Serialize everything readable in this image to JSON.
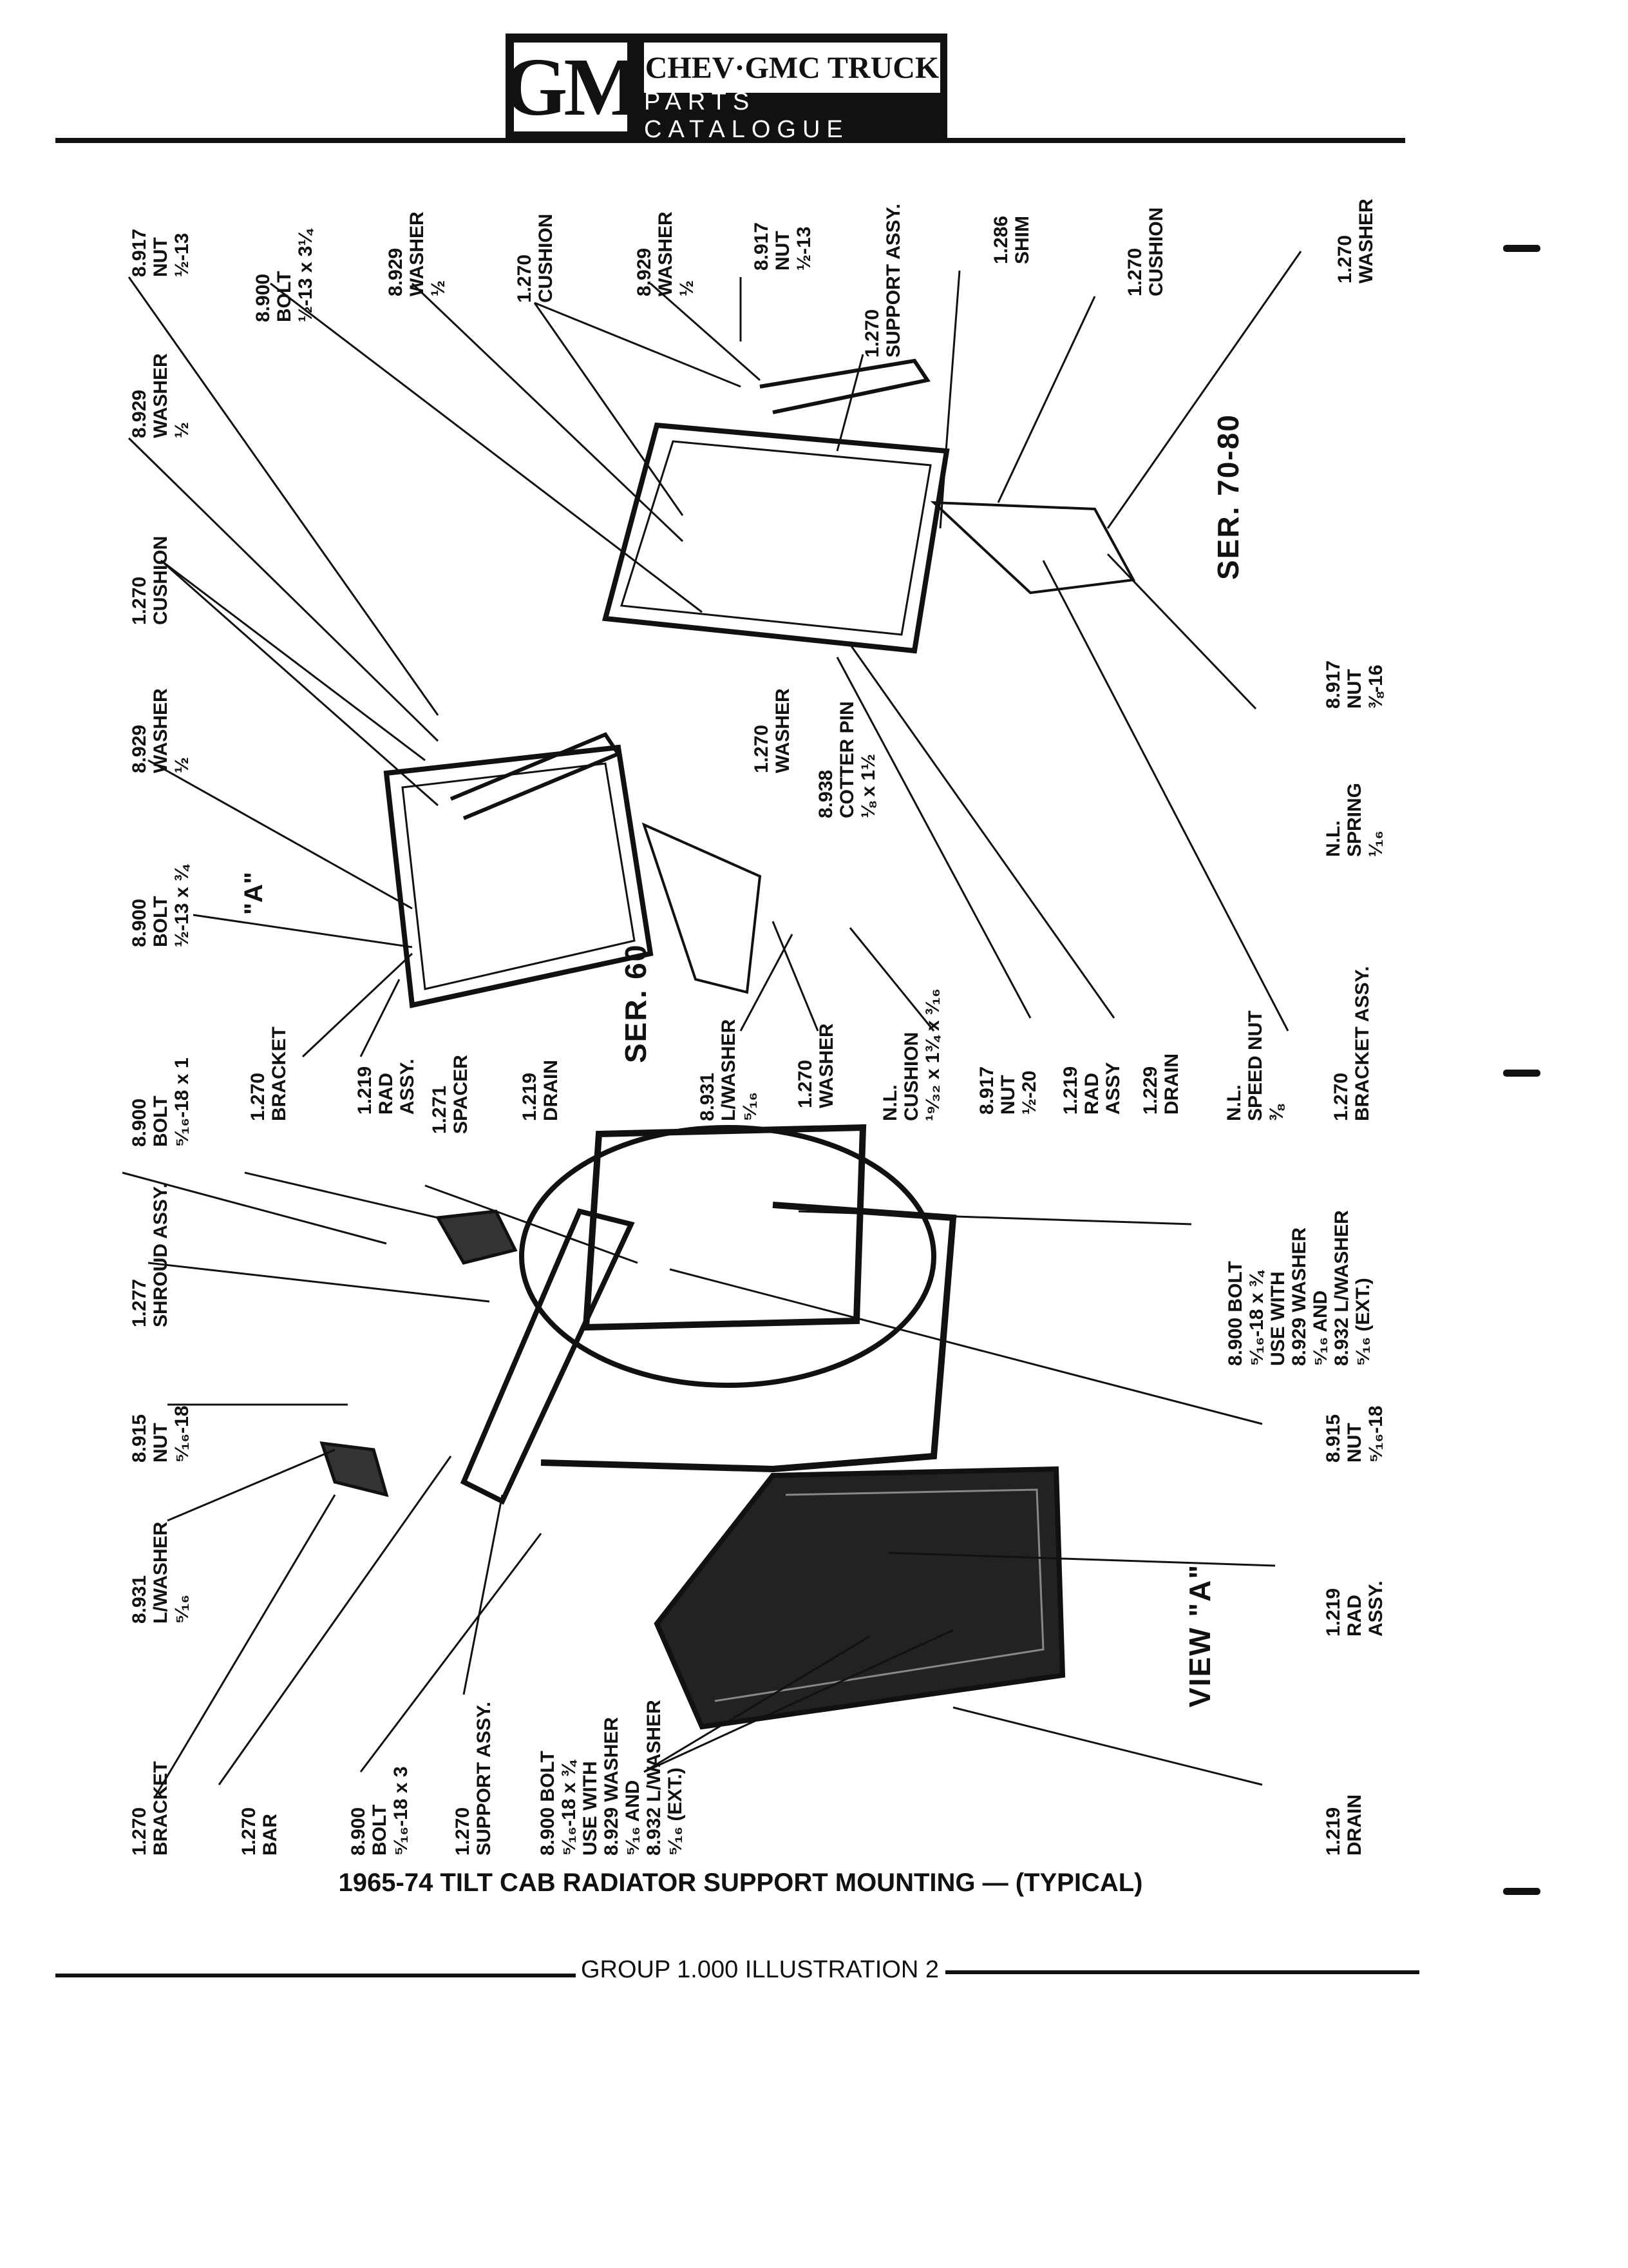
{
  "header": {
    "logo": "GM",
    "title_top": "CHEV·GMC TRUCK",
    "title_bottom": "PARTS CATALOGUE"
  },
  "labels": {
    "nut_top": [
      "8.917",
      "NUT",
      "½-13"
    ],
    "bolt_top": [
      "8.900",
      "BOLT",
      "½-13 x 3¼"
    ],
    "washer_a": [
      "8.929",
      "WASHER",
      "½"
    ],
    "cushion_top": [
      "1.270",
      "CUSHION"
    ],
    "washer_b": [
      "8.929",
      "WASHER",
      "½"
    ],
    "nut_b": [
      "8.917",
      "NUT",
      "½-13"
    ],
    "support_assy_top": [
      "1.270",
      "SUPPORT ASSY."
    ],
    "shim": [
      "1.286",
      "SHIM"
    ],
    "cushion_right": [
      "1.270",
      "CUSHION"
    ],
    "washer_right": [
      "1.270",
      "WASHER"
    ],
    "washer_left": [
      "8.929",
      "WASHER",
      "½"
    ],
    "cushion_left": [
      "1.270",
      "CUSHION"
    ],
    "washer_mid": [
      "8.929",
      "WASHER",
      "½"
    ],
    "washer_1270": [
      "1.270",
      "WASHER"
    ],
    "cotter_pin": [
      "8.938",
      "COTTER PIN",
      "⅛ x 1½"
    ],
    "nut_right": [
      "8.917",
      "NUT",
      "⅜-16"
    ],
    "spring": [
      "N.L.",
      "SPRING",
      "¹⁄₁₆"
    ],
    "bolt_a": [
      "8.900",
      "BOLT",
      "½-13 x ¾"
    ],
    "view_a_marker": "\"A\"",
    "rad_assy_mid": [
      "1.219",
      "RAD",
      "ASSY."
    ],
    "drain_mid": [
      "1.219",
      "DRAIN"
    ],
    "lwasher_mid": [
      "8.931",
      "L/WASHER",
      "⁵⁄₁₆"
    ],
    "washer_mid2": [
      "1.270",
      "WASHER"
    ],
    "cushion_nl": [
      "N.L.",
      "CUSHION",
      "¹⁹⁄₃₂ x 1¾ x ³⁄₁₆"
    ],
    "nut_mid": [
      "8.917",
      "NUT",
      "½-20"
    ],
    "rad_assy_right": [
      "1.219",
      "RAD",
      "ASSY"
    ],
    "drain_right": [
      "1.229",
      "DRAIN"
    ],
    "speed_nut": [
      "N.L.",
      "SPEED NUT",
      "⅜"
    ],
    "bracket_assy": [
      "1.270",
      "BRACKET ASSY."
    ],
    "bolt_516": [
      "8.900",
      "BOLT",
      "⁵⁄₁₆-18 x 1"
    ],
    "bracket_1": [
      "1.270",
      "BRACKET"
    ],
    "spacer": [
      "1.271",
      "SPACER"
    ],
    "shroud": [
      "1.277",
      "SHROUD ASSY."
    ],
    "bolt_use_with_right": [
      "8.900 BOLT",
      "⁵⁄₁₆-18 x ¾",
      "USE WITH",
      "8.929 WASHER",
      "⁵⁄₁₆ AND",
      "8.932 L/WASHER",
      "⁵⁄₁₆ (EXT.)"
    ],
    "nut_915_left": [
      "8.915",
      "NUT",
      "⁵⁄₁₆-18"
    ],
    "nut_915_right": [
      "8.915",
      "NUT",
      "⁵⁄₁₆-18"
    ],
    "lwasher_left": [
      "8.931",
      "L/WASHER",
      "⁵⁄₁₆"
    ],
    "rad_assy_bottom": [
      "1.219",
      "RAD",
      "ASSY."
    ],
    "bracket_bottom": [
      "1.270",
      "BRACKET"
    ],
    "bar": [
      "1.270",
      "BAR"
    ],
    "bolt_bottom": [
      "8.900",
      "BOLT",
      "⁵⁄₁₆-18 x 3"
    ],
    "support_assy_bottom": [
      "1.270",
      "SUPPORT ASSY."
    ],
    "bolt_use_with_bottom": [
      "8.900 BOLT",
      "⁵⁄₁₆-18 x ¾",
      "USE WITH",
      "8.929 WASHER",
      "⁵⁄₁₆ AND",
      "8.932 L/WASHER",
      "⁵⁄₁₆ (EXT.)"
    ],
    "drain_bottom": [
      "1.219",
      "DRAIN"
    ]
  },
  "series": {
    "ser_70_80": "SER. 70-80",
    "ser_60": "SER. 60",
    "view_a": "VIEW \"A\""
  },
  "caption": "1965-74 TILT CAB RADIATOR SUPPORT MOUNTING — (TYPICAL)",
  "footer": "GROUP 1.000 ILLUSTRATION 2"
}
